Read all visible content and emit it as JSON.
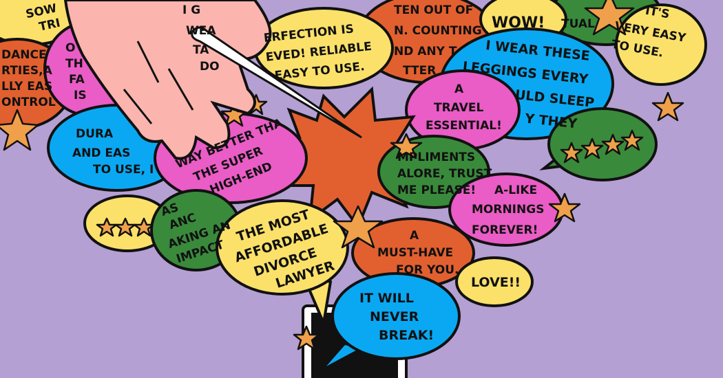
{
  "colors": {
    "background": "#b4a0d2",
    "yellow": "#fbe16a",
    "orange": "#e2602f",
    "pink": "#ea5cc6",
    "blue": "#0aa8f2",
    "green": "#3a8a3c",
    "star": "#f0a04a",
    "hand": "#fbb4ae"
  },
  "bubbles": {
    "sow": [
      "SOW",
      "TRI"
    ],
    "dance": [
      "DANCE",
      "RTIES,A",
      "LLY EAS",
      "ONTROL"
    ],
    "pink_left": [
      "O",
      "TH",
      "FA",
      "IS"
    ],
    "durable": [
      "DURA",
      "AND EAS",
      "TO USE, I"
    ],
    "way_better": [
      "WAY BETTER THA",
      "THE SUPER",
      "HIGH-END"
    ],
    "orange_top": [
      "I G",
      "WEA",
      "TA",
      "DO"
    ],
    "perfection": [
      "ERFECTION IS",
      "EVED! RELIABLE",
      "EASY TO USE."
    ],
    "ten": [
      "TEN OUT OF",
      "N. COUNTING",
      "ND ANY T",
      "TTER"
    ],
    "wow": [
      "WOW!"
    ],
    "green_top": [
      "TUAL"
    ],
    "easy": [
      "IT'S",
      "VERY EASY",
      "TO USE."
    ],
    "leggings": [
      "I WEAR THESE",
      "LEGGINGS EVERY",
      "ULD SLEEP",
      "Y THEY"
    ],
    "travel": [
      "A",
      "TRAVEL",
      "ESSENTIAL!"
    ],
    "compliments": [
      "MPLIMENTS",
      "ALORE, TRUST",
      "ME PLEASE!"
    ],
    "mornings": [
      "A-LIKE",
      "MORNINGS",
      "FOREVER!"
    ],
    "impact": [
      "AS",
      "ANC",
      "AKING AN",
      "IMPACT"
    ],
    "lawyer": [
      "THE MOST",
      "AFFORDABLE",
      "DIVORCE",
      "LAWYER"
    ],
    "must_have": [
      "A",
      "MUST-HAVE",
      "FOR YOU."
    ],
    "love": [
      "LOVE!!"
    ],
    "never_break": [
      "IT WILL",
      "NEVER",
      "BREAK!"
    ]
  },
  "star_ratings": {
    "green_bubble": 4,
    "yellow_bubble": 3
  }
}
